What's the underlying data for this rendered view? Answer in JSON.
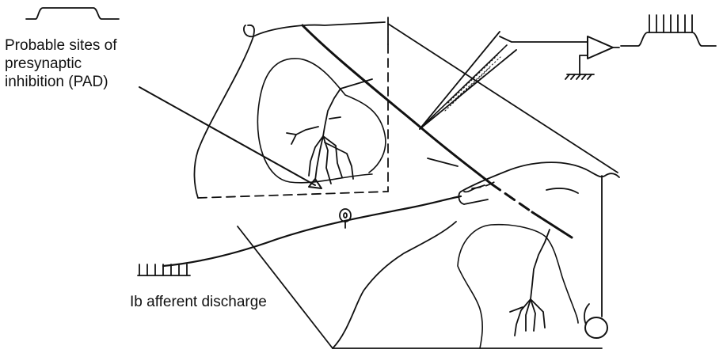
{
  "annotations": {
    "presynaptic_label_line1": "Probable sites of",
    "presynaptic_label_line2": "presynaptic",
    "presynaptic_label_line3": "inhibition (PAD)",
    "afferent_label": "Ib afferent discharge"
  },
  "colors": {
    "ink": "#111111",
    "background": "#ffffff"
  },
  "icons": [
    "step-pulse-trace-icon",
    "spike-train-trace-icon",
    "amplifier-icon",
    "ground-icon",
    "microelectrode-icon",
    "dorsal-root-ganglion-cell-icon",
    "motoneuron-soma-icon"
  ]
}
